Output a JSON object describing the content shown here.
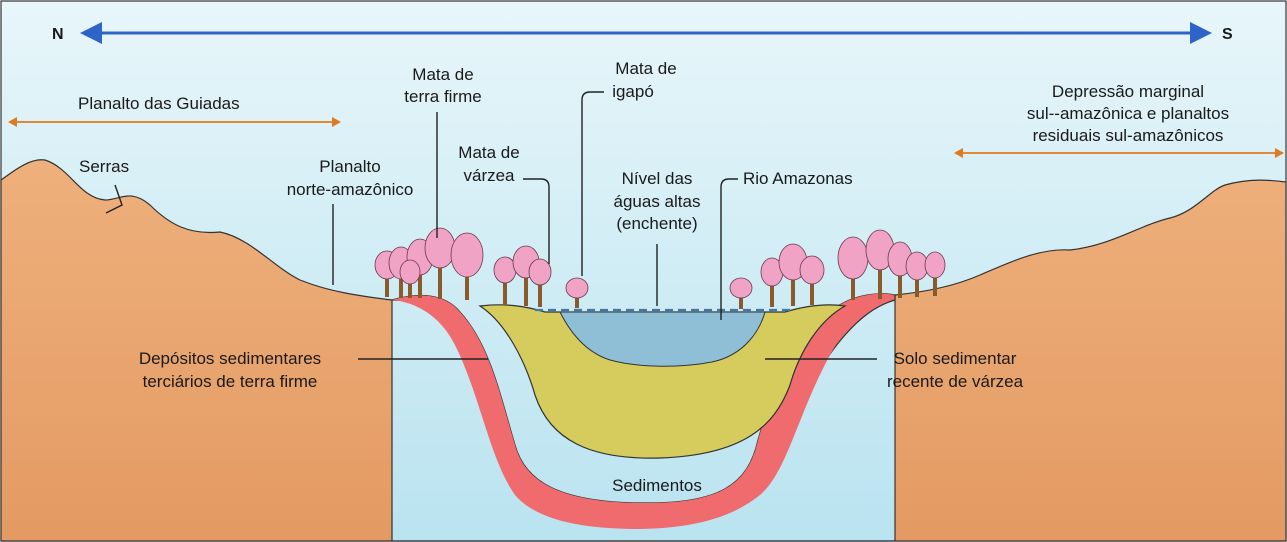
{
  "compass": {
    "north": "N",
    "south": "S"
  },
  "colors": {
    "sky_top": "#e8f6fa",
    "sky_bottom": "#b9e3f0",
    "terrain": "#eeb07c",
    "terrain_dark": "#e49a62",
    "tertiary_deposits": "#ef6b6e",
    "recent_soil": "#d6cc5e",
    "river": "#8fbfd6",
    "flood_line": "#3e79a8",
    "tree_crown": "#f0a3c4",
    "tree_trunk": "#8a5a2b",
    "direction_arrow": "#2e63c9",
    "region_arrow": "#e07a1e"
  },
  "labels": {
    "planalto_guianas": "Planalto das Guiadas",
    "depressao_line1": "Depressão marginal",
    "depressao_line2": "sul--amazônica e planaltos",
    "depressao_line3": "residuais sul-amazônicos",
    "serras": "Serras",
    "planalto_norte_line1": "Planalto",
    "planalto_norte_line2": "norte-amazônico",
    "terra_firme_line1": "Mata de",
    "terra_firme_line2": "terra firme",
    "varzea_line1": "Mata de",
    "varzea_line2": "várzea",
    "igapo_line1": "Mata de",
    "igapo_line2": "igapó",
    "nivel_line1": "Nível das",
    "nivel_line2": "águas altas",
    "nivel_line3": "(enchente)",
    "rio": "Rio Amazonas",
    "depositos_line1": "Depósitos sedimentares",
    "depositos_line2": "terciários de terra firme",
    "solo_line1": "Solo sedimentar",
    "solo_line2": "recente de várzea",
    "sedimentos": "Sedimentos"
  }
}
